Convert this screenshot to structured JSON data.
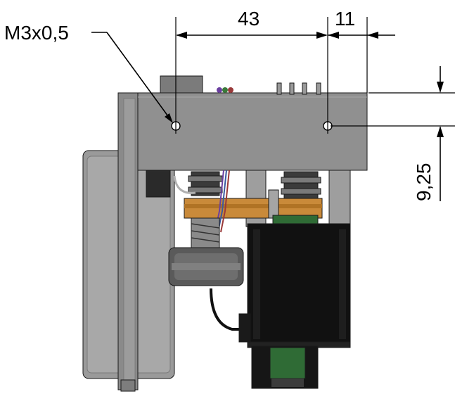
{
  "annotations": {
    "thread_label": "M3x0,5",
    "dim_hole_spacing": "43",
    "dim_edge_offset": "11",
    "dim_vertical_offset": "9,25"
  },
  "colors": {
    "part_gray": "#8f8f8f",
    "part_dark_gray": "#6e6e6e",
    "motor_black": "#111111",
    "pcb_green": "#2f6b35",
    "copper": "#c98a3a",
    "wire_purple": "#6b3fa0"
  }
}
